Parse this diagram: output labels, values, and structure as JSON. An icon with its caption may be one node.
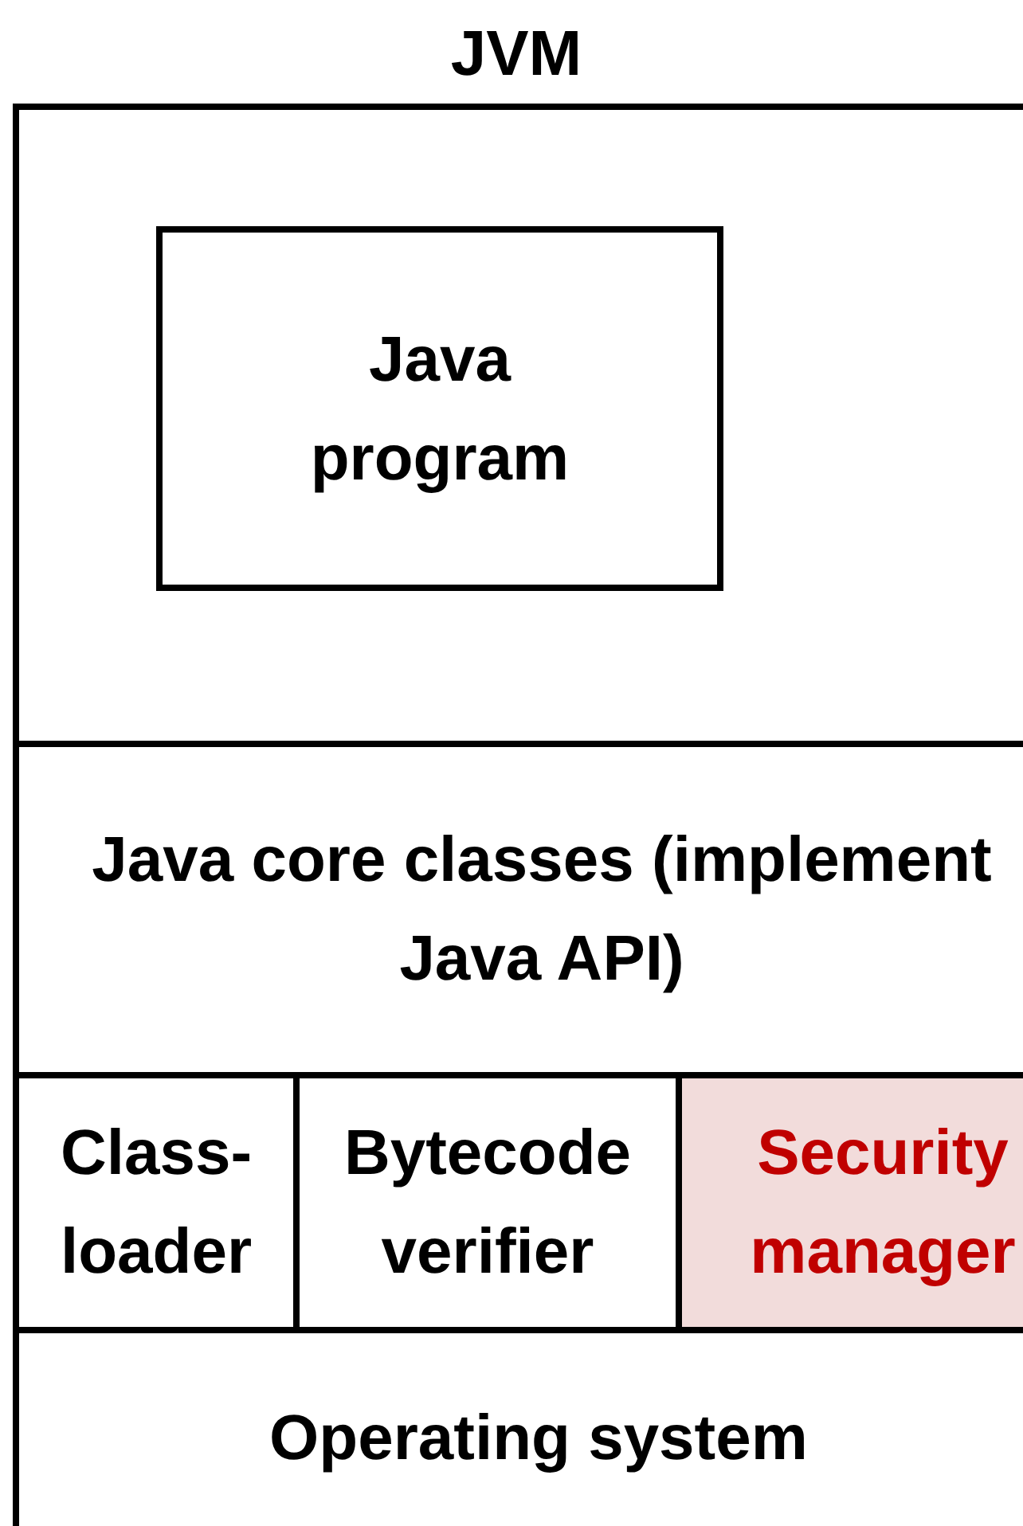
{
  "diagram": {
    "nodes": [
      {
        "text": [
          "JVM"
        ]
      },
      {
        "text": [
          "Java program"
        ],
        "in": 0
      },
      {
        "text": [
          "Java core classes (implement Java API)"
        ],
        "in": 0
      },
      {
        "text": [
          "Class-loader"
        ],
        "in": 0
      },
      {
        "text": [
          "Bytecode verifier"
        ],
        "in": 0
      },
      {
        "text": [
          "Security manager"
        ],
        "in": 0
      },
      {
        "text": [
          "Operating system"
        ]
      }
    ]
  }
}
